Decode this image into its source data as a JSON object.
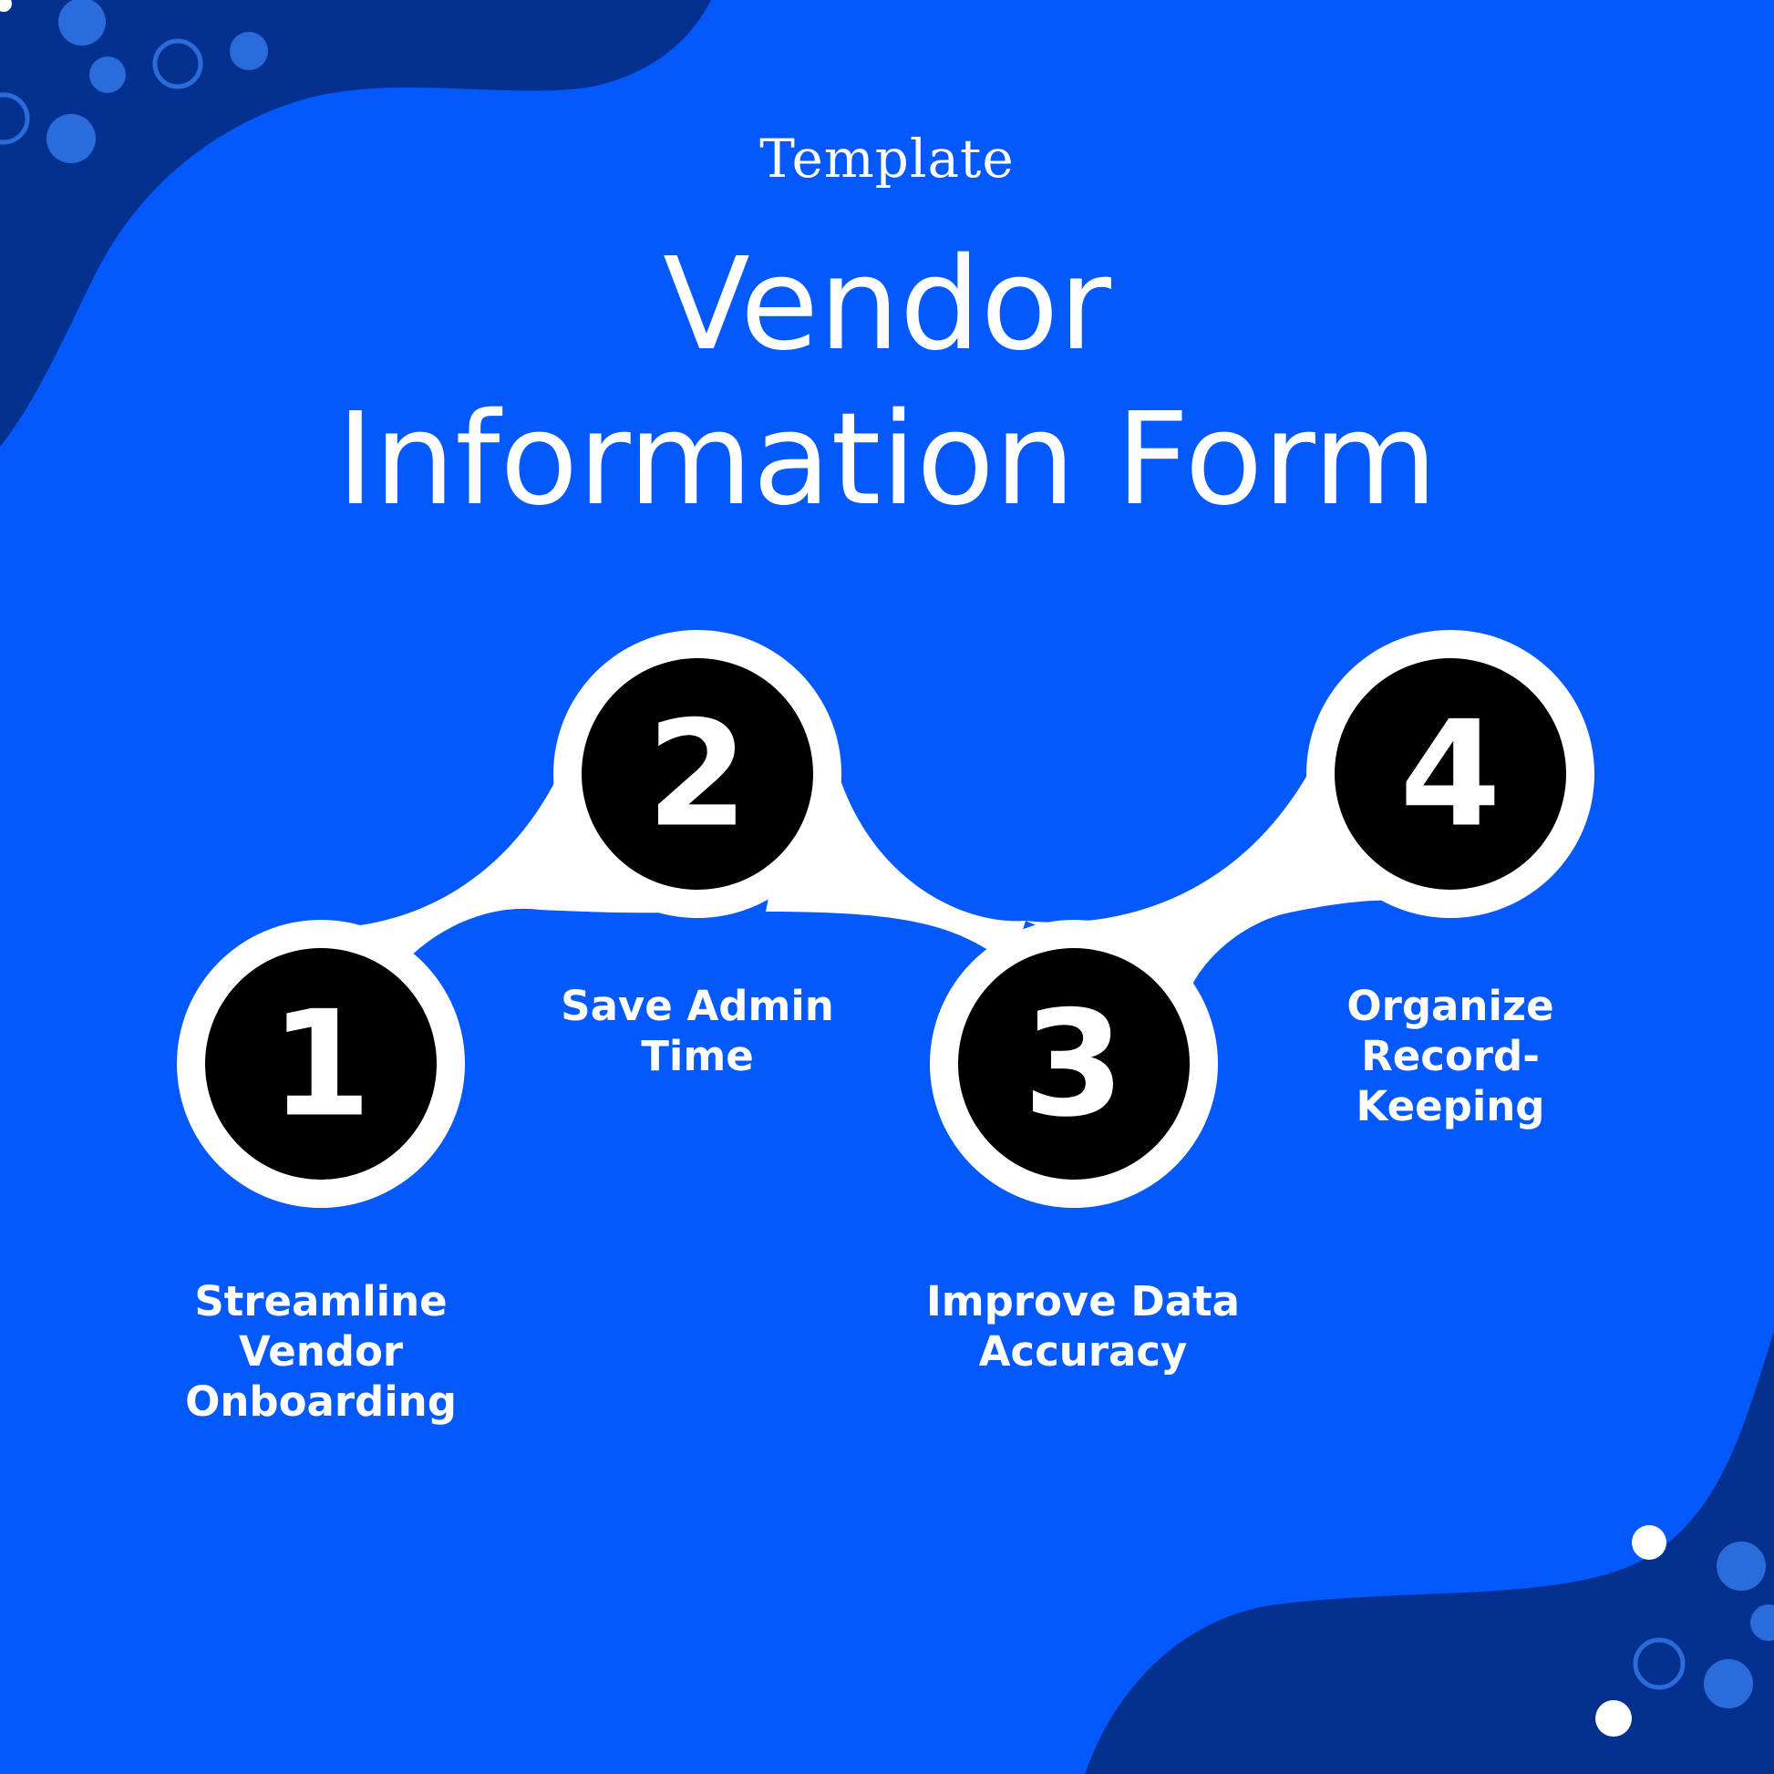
{
  "header": {
    "eyebrow": "Template",
    "title_line1": "Vendor",
    "title_line2": "Information Form"
  },
  "steps": [
    {
      "number": "1",
      "label_lines": [
        "Streamline",
        "Vendor",
        "Onboarding"
      ]
    },
    {
      "number": "2",
      "label_lines": [
        "Save Admin",
        "Time"
      ]
    },
    {
      "number": "3",
      "label_lines": [
        "Improve Data",
        "Accuracy"
      ]
    },
    {
      "number": "4",
      "label_lines": [
        "Organize",
        "Record-",
        "Keeping"
      ]
    }
  ],
  "colors": {
    "background": "#0358fe",
    "corner_blob": "#04318f",
    "bubble": "#2a6cdb",
    "connector": "#ffffff",
    "step_circle": "#000000",
    "text": "#ffffff"
  }
}
